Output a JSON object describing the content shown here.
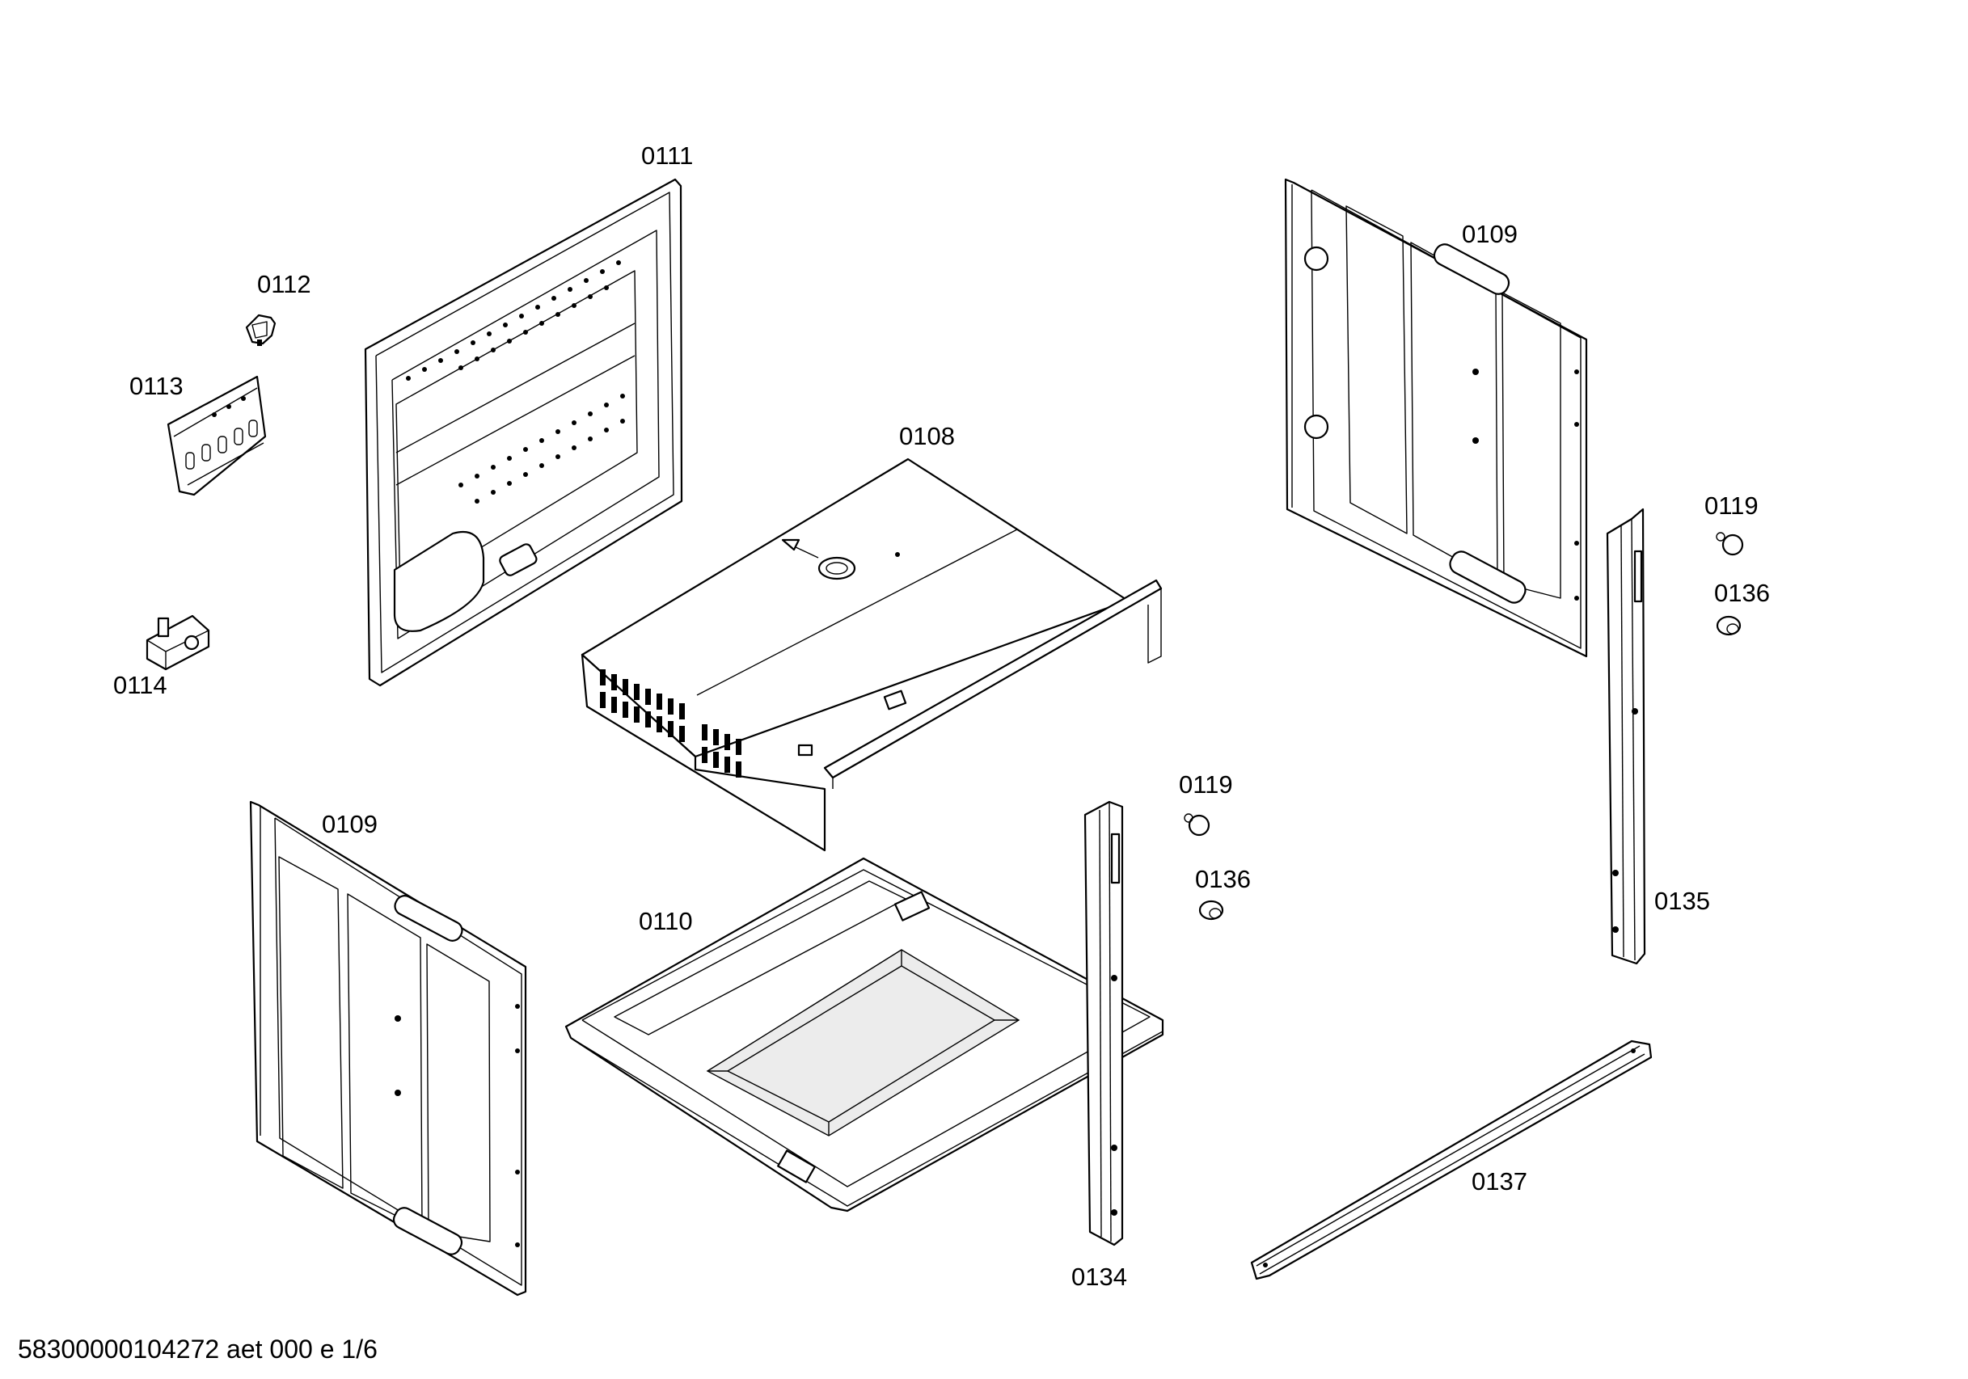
{
  "labels": {
    "l0111": "0111",
    "l0112": "0112",
    "l0113": "0113",
    "l0114": "0114",
    "l0108": "0108",
    "l0109a": "0109",
    "l0109b": "0109",
    "l0110": "0110",
    "l0119a": "0119",
    "l0119b": "0119",
    "l0136a": "0136",
    "l0136b": "0136",
    "l0135": "0135",
    "l0134": "0134",
    "l0137": "0137"
  },
  "footer": "58300000104272 aet 000 e 1/6"
}
